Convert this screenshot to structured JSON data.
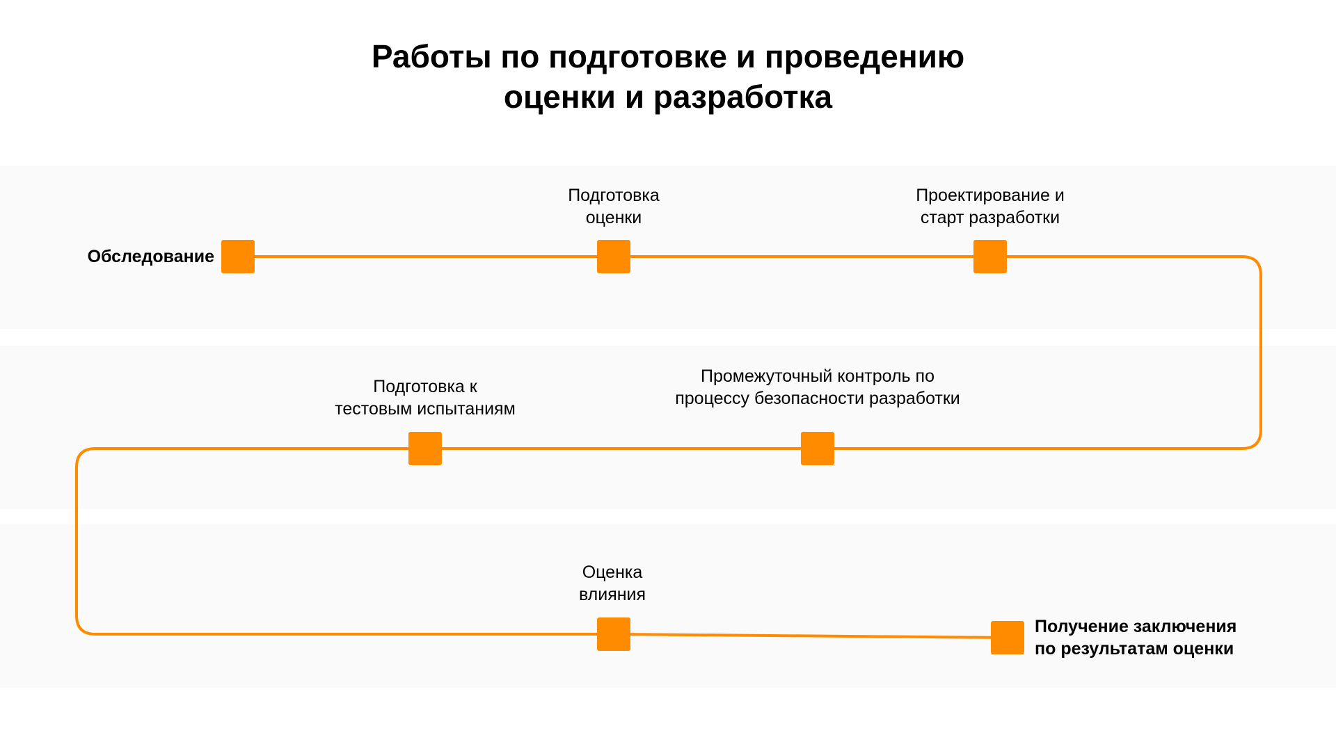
{
  "title": {
    "line1": "Работы по подготовке и проведению",
    "line2": "оценки и разработка"
  },
  "accent_color": "#ff8c00",
  "steps": [
    {
      "lines": [
        "Обследование"
      ],
      "emphasis": true
    },
    {
      "lines": [
        "Подготовка",
        "оценки"
      ],
      "emphasis": false
    },
    {
      "lines": [
        "Проектирование и",
        "старт разработки"
      ],
      "emphasis": false
    },
    {
      "lines": [
        "Промежуточный контроль по",
        "процессу безопасности разработки"
      ],
      "emphasis": false
    },
    {
      "lines": [
        "Подготовка к",
        "тестовым испытаниям"
      ],
      "emphasis": false
    },
    {
      "lines": [
        "Оценка",
        "влияния"
      ],
      "emphasis": false
    },
    {
      "lines": [
        "Получение заключения",
        "по результатам оценки"
      ],
      "emphasis": true
    }
  ]
}
